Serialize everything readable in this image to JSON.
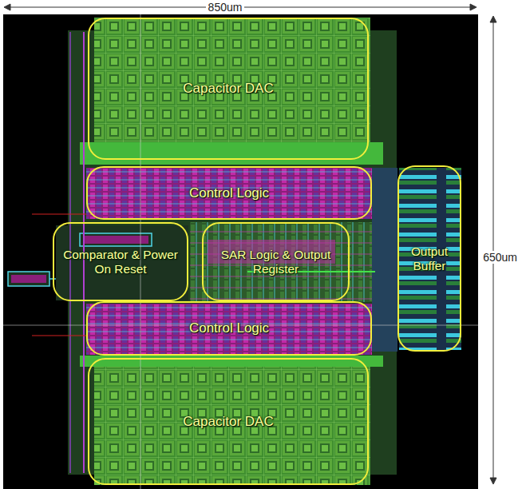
{
  "diagram": {
    "nodes": [
      {
        "text": [
          "Capacitor DAC"
        ]
      },
      {
        "text": [
          "Control Logic"
        ]
      },
      {
        "text": [
          "Comparator & Power On Reset"
        ]
      },
      {
        "text": [
          "SAR Logic & Output Register"
        ]
      },
      {
        "text": [
          "Output Buffer"
        ]
      },
      {
        "text": [
          "Control Logic"
        ]
      },
      {
        "text": [
          "Capacitor DAC"
        ]
      }
    ],
    "labels": [
      "850um",
      "650um"
    ]
  }
}
